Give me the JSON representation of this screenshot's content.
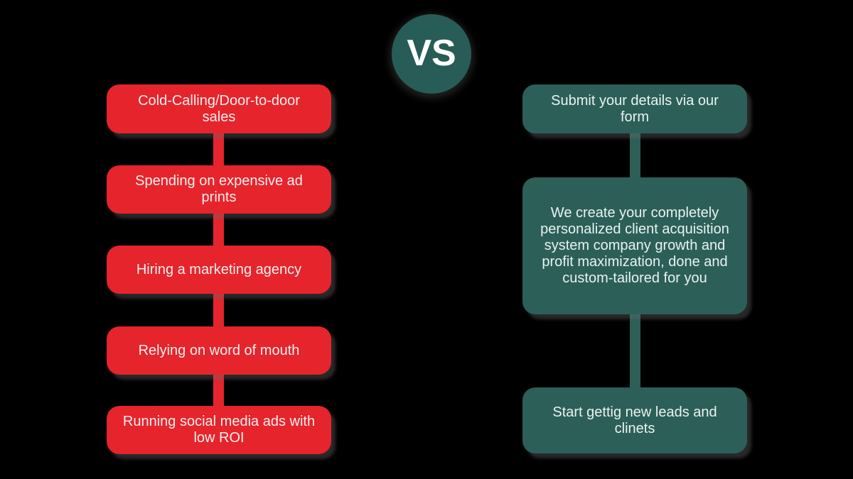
{
  "vs_badge": {
    "label": "VS",
    "bg_color": "#275d56",
    "text_color": "#ffffff"
  },
  "left_column": {
    "accent_color": "#e6242b",
    "text_color": "#f7eff0",
    "items": [
      {
        "label": "Cold-Calling/Door-to-door sales"
      },
      {
        "label": "Spending on expensive ad prints"
      },
      {
        "label": "Hiring a marketing agency"
      },
      {
        "label": "Relying on word of mouth"
      },
      {
        "label": "Running social media ads with low ROI"
      }
    ]
  },
  "right_column": {
    "accent_color": "#2c5f58",
    "text_color": "#e9f3f1",
    "items": [
      {
        "label": "Submit your details via our form"
      },
      {
        "label": "We create your completely personalized client acquisition system company growth and profit maximization, done and custom-tailored for you"
      },
      {
        "label": "Start gettig new leads and clinets"
      }
    ]
  },
  "background_color": "#000000"
}
